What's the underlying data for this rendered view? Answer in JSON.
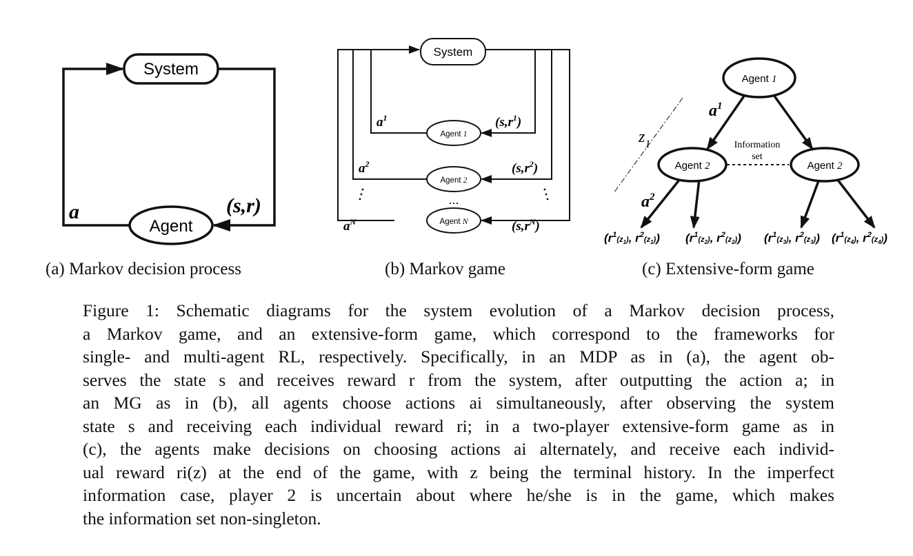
{
  "figure": {
    "panel_a": {
      "system_label": "System",
      "agent_label": "Agent",
      "action_label": "a",
      "observation_label": "(s,r)",
      "caption": "(a) Markov decision process"
    },
    "panel_b": {
      "system_label": "System",
      "agents": [
        {
          "name": "Agent",
          "index": "1",
          "action": "a",
          "action_sup": "1",
          "obs": "(s,r",
          "obs_sup": "1",
          "obs_close": ")"
        },
        {
          "name": "Agent",
          "index": "2",
          "action": "a",
          "action_sup": "2",
          "obs": "(s,r",
          "obs_sup": "2",
          "obs_close": ")"
        },
        {
          "name": "Agent",
          "index": "N",
          "action": "a",
          "action_sup": "N",
          "obs": "(s,r",
          "obs_sup": "N",
          "obs_close": ")"
        }
      ],
      "ellipsis": "...",
      "caption": "(b) Markov game"
    },
    "panel_c": {
      "root_label": "Agent",
      "root_index": "1",
      "left_label": "Agent",
      "left_index": "2",
      "right_label": "Agent",
      "right_index": "2",
      "action1": "a",
      "action1_sup": "1",
      "action2": "a",
      "action2_sup": "2",
      "history": "z",
      "history_sub": "1",
      "info_line1": "Information",
      "info_line2": "set",
      "payoffs": [
        {
          "r": "r",
          "s1": "1",
          "z": "z",
          "zi": "1",
          "s2": "2"
        },
        {
          "r": "r",
          "s1": "1",
          "z": "z",
          "zi": "2",
          "s2": "2"
        },
        {
          "r": "r",
          "s1": "1",
          "z": "z",
          "zi": "3",
          "s2": "2"
        },
        {
          "r": "r",
          "s1": "1",
          "z": "z",
          "zi": "4",
          "s2": "2"
        }
      ],
      "caption": "(c) Extensive-form game"
    }
  },
  "caption": {
    "lines": [
      "Figure 1: Schematic diagrams for the system evolution of a Markov decision process,",
      "a Markov game, and an extensive-form game, which correspond to the frameworks for",
      "single- and multi-agent RL, respectively. Specifically, in an MDP as in (a), the agent ob-",
      "serves the state s and receives reward r from the system, after outputting the action a; in",
      "an MG as in (b), all agents choose actions ai simultaneously, after observing the system",
      "state s and receiving each individual reward ri; in a two-player extensive-form game as in",
      "(c), the agents make decisions on choosing actions ai alternately, and receive each individ-",
      "ual reward ri(z) at the end of the game, with z being the terminal history. In the imperfect",
      "information case, player 2 is uncertain about where he/she is in the game, which makes",
      "the information set non-singleton."
    ]
  }
}
